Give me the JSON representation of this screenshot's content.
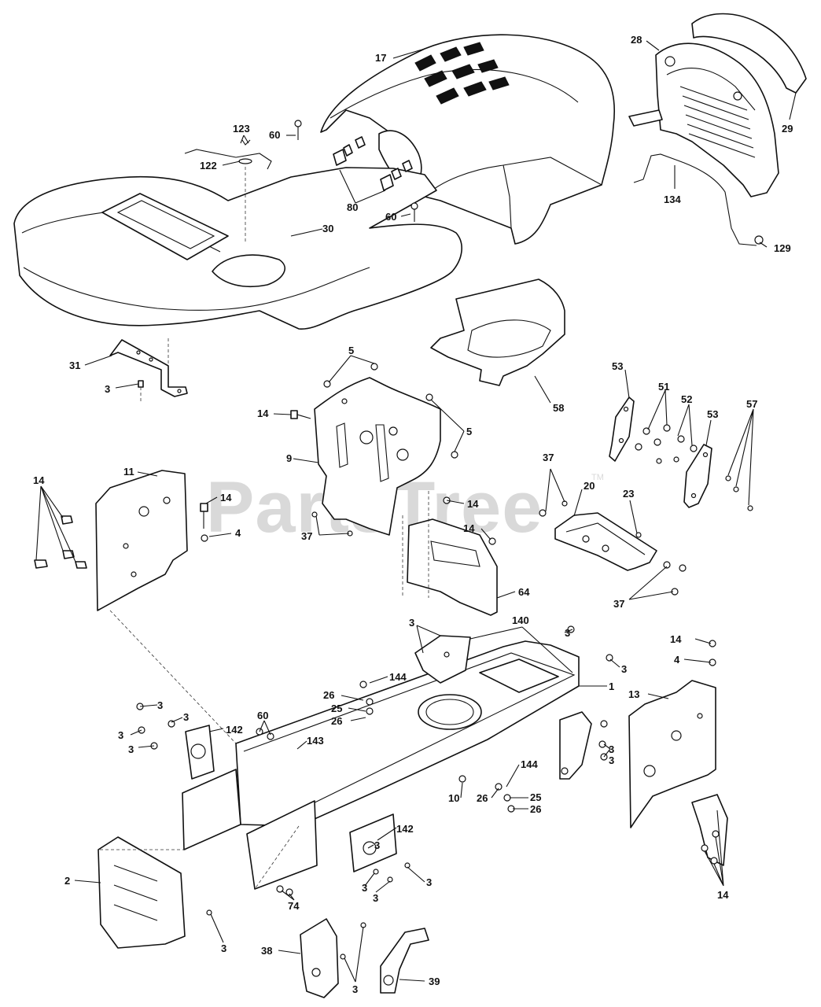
{
  "watermark": {
    "text": "PartsTree",
    "mark": "TM"
  },
  "callouts": [
    {
      "id": "c17",
      "label": "17"
    },
    {
      "id": "c28",
      "label": "28"
    },
    {
      "id": "c29",
      "label": "29"
    },
    {
      "id": "c123",
      "label": "123"
    },
    {
      "id": "c60a",
      "label": "60"
    },
    {
      "id": "c122",
      "label": "122"
    },
    {
      "id": "c80",
      "label": "80"
    },
    {
      "id": "c60b",
      "label": "60"
    },
    {
      "id": "c30",
      "label": "30"
    },
    {
      "id": "c134",
      "label": "134"
    },
    {
      "id": "c129",
      "label": "129"
    },
    {
      "id": "c31",
      "label": "31"
    },
    {
      "id": "c3a",
      "label": "3"
    },
    {
      "id": "c5a",
      "label": "5"
    },
    {
      "id": "c58",
      "label": "58"
    },
    {
      "id": "c53a",
      "label": "53"
    },
    {
      "id": "c51",
      "label": "51"
    },
    {
      "id": "c52",
      "label": "52"
    },
    {
      "id": "c53b",
      "label": "53"
    },
    {
      "id": "c57",
      "label": "57"
    },
    {
      "id": "c14a",
      "label": "14"
    },
    {
      "id": "c5b",
      "label": "5"
    },
    {
      "id": "c9",
      "label": "9"
    },
    {
      "id": "c11",
      "label": "11"
    },
    {
      "id": "c14b",
      "label": "14"
    },
    {
      "id": "c14c",
      "label": "14"
    },
    {
      "id": "c4a",
      "label": "4"
    },
    {
      "id": "c37a",
      "label": "37"
    },
    {
      "id": "c20",
      "label": "20"
    },
    {
      "id": "c23",
      "label": "23"
    },
    {
      "id": "c14d",
      "label": "14"
    },
    {
      "id": "c37b",
      "label": "37"
    },
    {
      "id": "c14e",
      "label": "14"
    },
    {
      "id": "c64",
      "label": "64"
    },
    {
      "id": "c37c",
      "label": "37"
    },
    {
      "id": "c3b",
      "label": "3"
    },
    {
      "id": "c140",
      "label": "140"
    },
    {
      "id": "c3c",
      "label": "3"
    },
    {
      "id": "c14f",
      "label": "14"
    },
    {
      "id": "c4b",
      "label": "4"
    },
    {
      "id": "c3d",
      "label": "3"
    },
    {
      "id": "c144a",
      "label": "144"
    },
    {
      "id": "c1",
      "label": "1"
    },
    {
      "id": "c26a",
      "label": "26"
    },
    {
      "id": "c13",
      "label": "13"
    },
    {
      "id": "c25a",
      "label": "25"
    },
    {
      "id": "c26b",
      "label": "26"
    },
    {
      "id": "c3e",
      "label": "3"
    },
    {
      "id": "c3f",
      "label": "3"
    },
    {
      "id": "c60c",
      "label": "60"
    },
    {
      "id": "c142a",
      "label": "142"
    },
    {
      "id": "c3g",
      "label": "3"
    },
    {
      "id": "c3h",
      "label": "3"
    },
    {
      "id": "c143",
      "label": "143"
    },
    {
      "id": "c3i",
      "label": "3"
    },
    {
      "id": "c3j",
      "label": "3"
    },
    {
      "id": "c144b",
      "label": "144"
    },
    {
      "id": "c10",
      "label": "10"
    },
    {
      "id": "c26c",
      "label": "26"
    },
    {
      "id": "c25b",
      "label": "25"
    },
    {
      "id": "c26d",
      "label": "26"
    },
    {
      "id": "c142b",
      "label": "142"
    },
    {
      "id": "c3k",
      "label": "3"
    },
    {
      "id": "c2",
      "label": "2"
    },
    {
      "id": "c3l",
      "label": "3"
    },
    {
      "id": "c3m",
      "label": "3"
    },
    {
      "id": "c3n",
      "label": "3"
    },
    {
      "id": "c74",
      "label": "74"
    },
    {
      "id": "c14g",
      "label": "14"
    },
    {
      "id": "c3o",
      "label": "3"
    },
    {
      "id": "c38",
      "label": "38"
    },
    {
      "id": "c3p",
      "label": "3"
    },
    {
      "id": "c39",
      "label": "39"
    }
  ]
}
